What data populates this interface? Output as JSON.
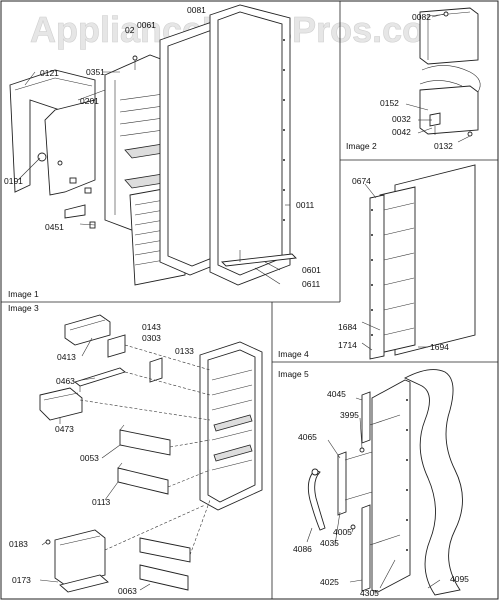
{
  "watermark": "AppliancePartsPros.com",
  "panels": {
    "image1": "Image 1",
    "image2": "Image 2",
    "image3": "Image 3",
    "image4": "Image 4",
    "image5": "Image 5"
  },
  "labels": {
    "p0081": "0081",
    "p02x": "02",
    "p0061": "0061",
    "p0351": "0351",
    "p0121": "0121",
    "p0201": "0201",
    "p0191": "0191",
    "p0451": "0451",
    "p0011": "0011",
    "p0601": "0601",
    "p0611": "0611",
    "p0082": "0082",
    "p0152": "0152",
    "p0032": "0032",
    "p0042": "0042",
    "p0132": "0132",
    "p0674": "0674",
    "p1684": "1684",
    "p1714": "1714",
    "p1694": "1694",
    "p0143": "0143",
    "p0303": "0303",
    "p0133": "0133",
    "p0413": "0413",
    "p0463": "0463",
    "p0473": "0473",
    "p0053": "0053",
    "p0113": "0113",
    "p0183": "0183",
    "p0173": "0173",
    "p0063": "0063",
    "p4045": "4045",
    "p3995": "3995",
    "p4065": "4065",
    "p4005": "4005",
    "p4035": "4035",
    "p4086": "4086",
    "p4025": "4025",
    "p4305": "4305",
    "p4095": "4095"
  }
}
